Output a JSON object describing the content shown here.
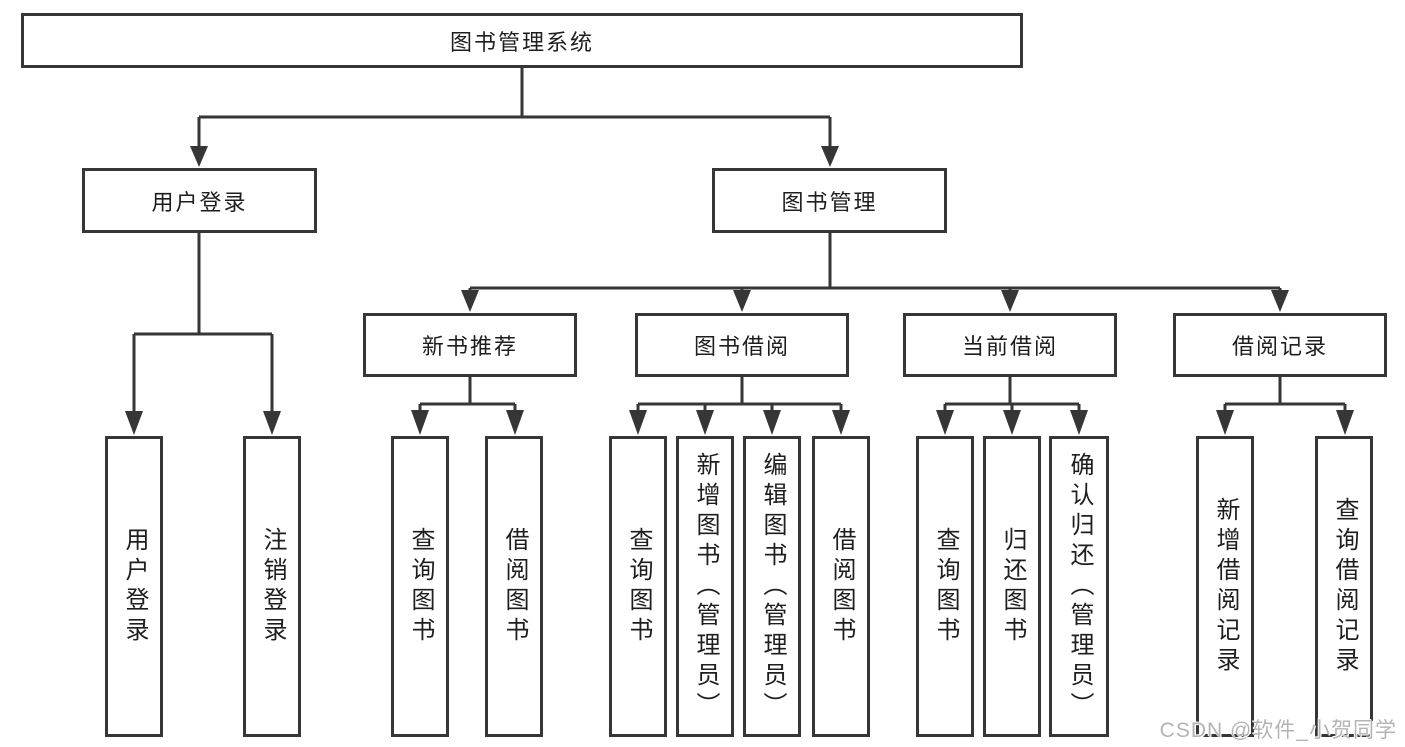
{
  "tree": {
    "root": {
      "label": "图书管理系统"
    },
    "branches": [
      {
        "label": "用户登录",
        "children": [
          {
            "label": "用户登录"
          },
          {
            "label": "注销登录"
          }
        ]
      },
      {
        "label": "图书管理",
        "groups": [
          {
            "label": "新书推荐",
            "children": [
              {
                "label": "查询图书"
              },
              {
                "label": "借阅图书"
              }
            ]
          },
          {
            "label": "图书借阅",
            "children": [
              {
                "label": "查询图书"
              },
              {
                "label": "新增图书（管理员）"
              },
              {
                "label": "编辑图书（管理员）"
              },
              {
                "label": "借阅图书"
              }
            ]
          },
          {
            "label": "当前借阅",
            "children": [
              {
                "label": "查询图书"
              },
              {
                "label": "归还图书"
              },
              {
                "label": "确认归还（管理员）"
              }
            ]
          },
          {
            "label": "借阅记录",
            "children": [
              {
                "label": "新增借阅记录"
              },
              {
                "label": "查询借阅记录"
              }
            ]
          }
        ]
      }
    ]
  },
  "watermark": {
    "text": "CSDN @软件_小贺同学"
  },
  "colors": {
    "line": "#363636",
    "text": "#1e1e1e",
    "watermark": "#b4b4b4",
    "background": "#ffffff"
  }
}
